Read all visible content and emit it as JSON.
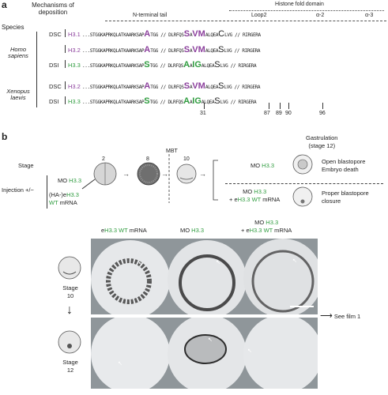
{
  "panel_a": {
    "letter": "a",
    "header": {
      "species": "Species",
      "mechanisms": "Mechanisms of deposition",
      "histone_fold": "Histone fold domain",
      "n_terminal": "N-terminal tail",
      "loop2": "Loop2",
      "alpha2": "α-2",
      "alpha3": "α-3"
    },
    "species": [
      "Homo sapiens",
      "Xenopus laevis"
    ],
    "rows": [
      {
        "mech": "DSC",
        "hist": "H3.1",
        "hist_color": "#8b3f9c",
        "pre": "...STGGKAPRKQLATKAARKSAP",
        "big1": "A",
        "post1": "TGG",
        "loop_pre": "DLRFQS",
        "big2": "S",
        "big3": "A",
        "big4": "V",
        "big5": "M",
        "a2_pre": "ALQEA",
        "big6": "C",
        "a2_post": "LVG",
        "a3": "RIRGERA",
        "var_color": "#8b3f9c"
      },
      {
        "mech": "",
        "hist": "H3.2",
        "hist_color": "#8b3f9c",
        "pre": "...STGGKAPRKQLATKAARKSAP",
        "big1": "A",
        "post1": "TGG",
        "loop_pre": "DLRFQS",
        "big2": "S",
        "big3": "A",
        "big4": "V",
        "big5": "M",
        "a2_pre": "ALQEA",
        "big6": "S",
        "a2_post": "LVG",
        "a3": "RIRGERA",
        "var_color": "#8b3f9c"
      },
      {
        "mech": "DSI",
        "hist": "H3.3",
        "hist_color": "#2f9c3f",
        "pre": "...STGGKAPRKQLATKAARKSAP",
        "big1": "S",
        "post1": "TGG",
        "loop_pre": "DLRFQS",
        "big2": "A",
        "big3": "A",
        "big4": "I",
        "big5": "G",
        "a2_pre": "ALQEA",
        "big6": "S",
        "a2_post": "LVG",
        "a3": "RIRGERA",
        "var_color": "#2f9c3f"
      },
      {
        "mech": "DSC",
        "hist": "H3.2",
        "hist_color": "#8b3f9c",
        "pre": "...STGGKAPRKQLATKAARKSAP",
        "big1": "A",
        "post1": "TGG",
        "loop_pre": "DLRFQS",
        "big2": "S",
        "big3": "A",
        "big4": "V",
        "big5": "M",
        "a2_pre": "ALQEA",
        "big6": "S",
        "a2_post": "LVG",
        "a3": "RIRGERA",
        "var_color": "#8b3f9c"
      },
      {
        "mech": "DSI",
        "hist": "H3.3",
        "hist_color": "#2f9c3f",
        "pre": "...STGGKAPRKQLATKAARKSAP",
        "big1": "S",
        "post1": "TGG",
        "loop_pre": "DLRFQS",
        "big2": "A",
        "big3": "A",
        "big4": "I",
        "big5": "G",
        "a2_pre": "ALQEA",
        "big6": "S",
        "a2_post": "LVG",
        "a3": "RIRGERA",
        "var_color": "#2f9c3f"
      }
    ],
    "positions": [
      "31",
      "87",
      "89",
      "90",
      "96"
    ]
  },
  "panel_b": {
    "letter": "b",
    "stage_label": "Stage",
    "stages": [
      "2",
      "8",
      "10"
    ],
    "mbt": "MBT",
    "injection_label": "Injection +/−",
    "mo_prefix": "MO ",
    "mo_h33": "H3.3",
    "rescue": {
      "pre": "(HA-)e",
      "h": "H3.3",
      "wt": "WT",
      "mrna": " mRNA"
    },
    "gastrulation": "Gastrulation",
    "gastrulation_stage": "(stage 12)",
    "outcome1_condition_prefix": "MO ",
    "outcome1_condition_h": "H3.3",
    "outcome1": "Open blastopore Embryo death",
    "outcome2_condition_prefix": "MO ",
    "outcome2_condition_h": "H3.3",
    "outcome2_condition2": {
      "pre": "+ e",
      "h": "H3.3",
      "wt": "WT",
      "mrna": " mRNA"
    },
    "outcome2": "Proper blastopore closure",
    "col_labels": [
      {
        "pre": "e",
        "h": "H3.3",
        "wt": " WT",
        "post": " mRNA"
      },
      {
        "pre": "MO ",
        "h": "H3.3",
        "wt": "",
        "post": ""
      },
      {
        "pre": "MO ",
        "h": "H3.3",
        "line2_pre": "+ e",
        "line2_h": "H3.3",
        "line2_wt": " WT",
        "line2_post": " mRNA"
      }
    ],
    "stage10": "Stage 10",
    "stage12": "Stage 12",
    "see_film": "See film 1"
  },
  "colors": {
    "purple": "#8b3f9c",
    "green": "#2f9c3f",
    "photo_bg": "#8f969a"
  }
}
